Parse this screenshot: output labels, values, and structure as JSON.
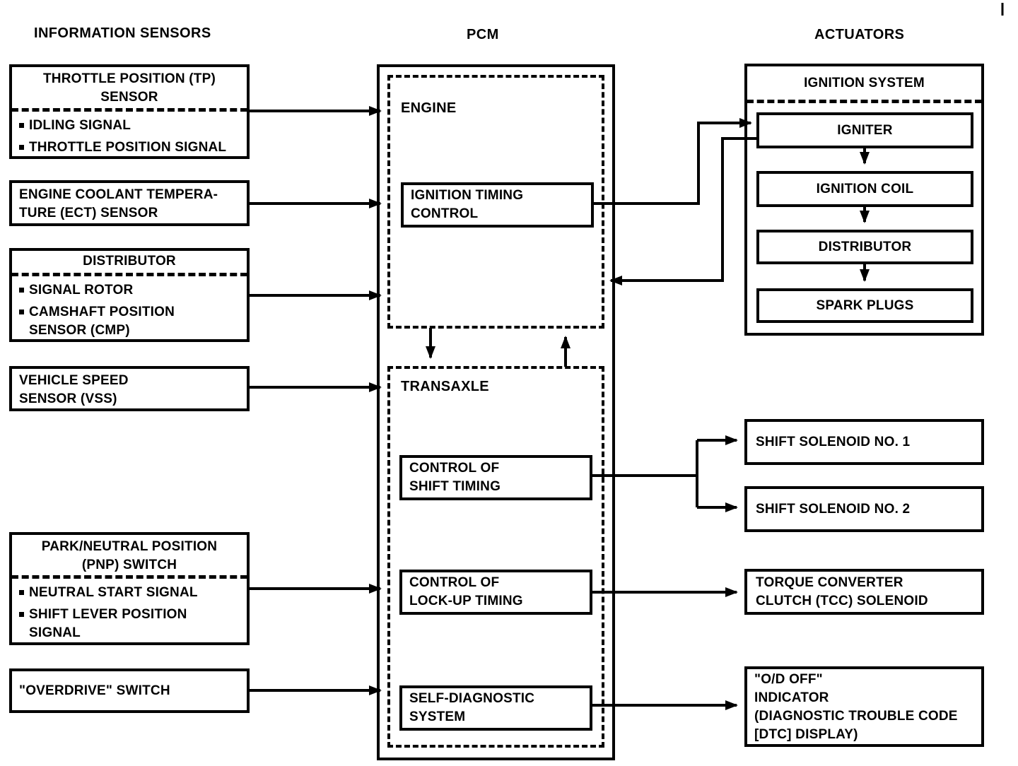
{
  "headers": {
    "left": "INFORMATION SENSORS",
    "center": "PCM",
    "right": "ACTUATORS"
  },
  "sensors": {
    "tp": {
      "title": "THROTTLE POSITION (TP)\nSENSOR",
      "items": [
        "IDLING SIGNAL",
        "THROTTLE POSITION SIGNAL"
      ]
    },
    "ect": {
      "label": "ENGINE COOLANT TEMPERA-\nTURE (ECT) SENSOR"
    },
    "distributor": {
      "title": "DISTRIBUTOR",
      "items": [
        "SIGNAL ROTOR",
        "CAMSHAFT POSITION\nSENSOR (CMP)"
      ]
    },
    "vss": {
      "label": "VEHICLE SPEED\nSENSOR (VSS)"
    },
    "pnp": {
      "title": "PARK/NEUTRAL POSITION\n(PNP) SWITCH",
      "items": [
        "NEUTRAL START SIGNAL",
        "SHIFT LEVER POSITION\nSIGNAL"
      ]
    },
    "overdrive": {
      "label": "\"OVERDRIVE\" SWITCH"
    }
  },
  "pcm": {
    "engine_label": "ENGINE",
    "ignition_timing_control": "IGNITION TIMING\nCONTROL",
    "transaxle_label": "TRANSAXLE",
    "control_of_shift_timing": "CONTROL OF\nSHIFT TIMING",
    "control_of_lockup_timing": "CONTROL OF\nLOCK-UP TIMING",
    "self_diagnostic_system": "SELF-DIAGNOSTIC\nSYSTEM"
  },
  "actuators": {
    "ignition_system_title": "IGNITION SYSTEM",
    "igniter": "IGNITER",
    "ignition_coil": "IGNITION COIL",
    "distributor": "DISTRIBUTOR",
    "spark_plugs": "SPARK PLUGS",
    "shift_solenoid_1": "SHIFT SOLENOID NO. 1",
    "shift_solenoid_2": "SHIFT SOLENOID NO. 2",
    "tcc_solenoid": "TORQUE CONVERTER\nCLUTCH (TCC) SOLENOID",
    "od_off_indicator": "\"O/D OFF\"\nINDICATOR\n(DIAGNOSTIC TROUBLE CODE\n[DTC] DISPLAY)"
  },
  "colors": {
    "ink": "#000000",
    "paper": "#ffffff"
  }
}
